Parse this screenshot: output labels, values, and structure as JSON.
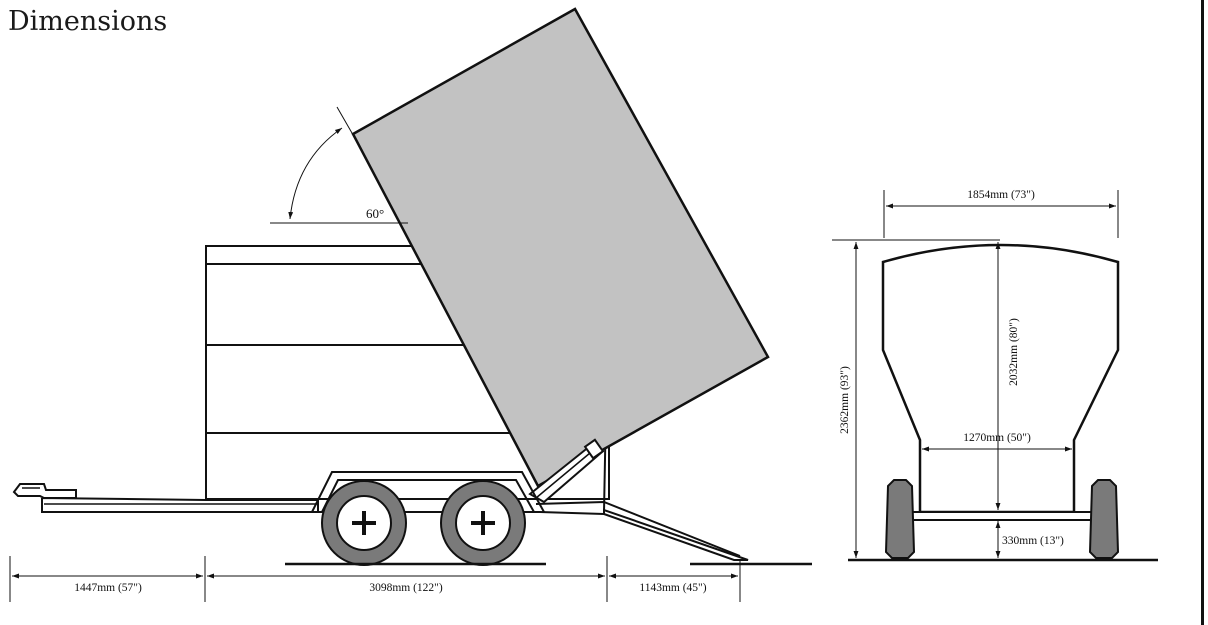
{
  "page": {
    "title": "Dimensions"
  },
  "side_view": {
    "tilt_angle": "60°",
    "dim_drawbar": "1447mm (57\")",
    "dim_body_length": "3098mm (122\")",
    "dim_ramp": "1143mm (45\")"
  },
  "rear_view": {
    "dim_overall_width": "1854mm (73\")",
    "dim_overall_height": "2362mm (93\")",
    "dim_body_height": "2032mm (80\")",
    "dim_inner_width": "1270mm (50\")",
    "dim_ground_clearance": "330mm (13\")"
  },
  "colors": {
    "line": "#111111",
    "tipper_fill": "#c2c2c2",
    "tyre": "#7a7a7a"
  }
}
